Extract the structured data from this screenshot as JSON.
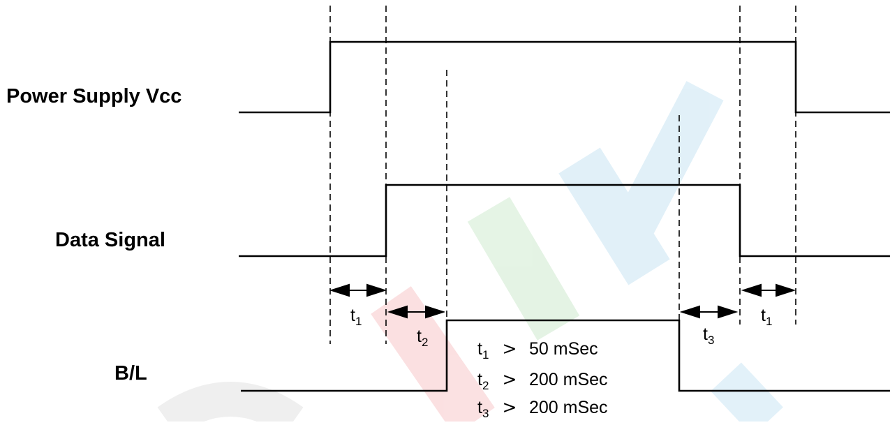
{
  "signals": [
    {
      "key": "vcc",
      "label": "Power Supply Vcc"
    },
    {
      "key": "data",
      "label": "Data Signal"
    },
    {
      "key": "bl",
      "label": "B/L"
    }
  ],
  "intervals": [
    {
      "key": "t1-left",
      "symbol": "t",
      "index": "1"
    },
    {
      "key": "t2",
      "symbol": "t",
      "index": "2"
    },
    {
      "key": "t3",
      "symbol": "t",
      "index": "3"
    },
    {
      "key": "t1-right",
      "symbol": "t",
      "index": "1"
    }
  ],
  "requirements": [
    {
      "symbol": "t",
      "index": "1",
      "operator": ">",
      "value": "50 mSec"
    },
    {
      "symbol": "t",
      "index": "2",
      "operator": ">",
      "value": "200 mSec"
    },
    {
      "symbol": "t",
      "index": "3",
      "operator": ">",
      "value": "200 mSec"
    }
  ],
  "watermark": {
    "colors": [
      "#e8434a",
      "#5cb85c",
      "#4aa8d8",
      "#9a9a9a"
    ]
  }
}
